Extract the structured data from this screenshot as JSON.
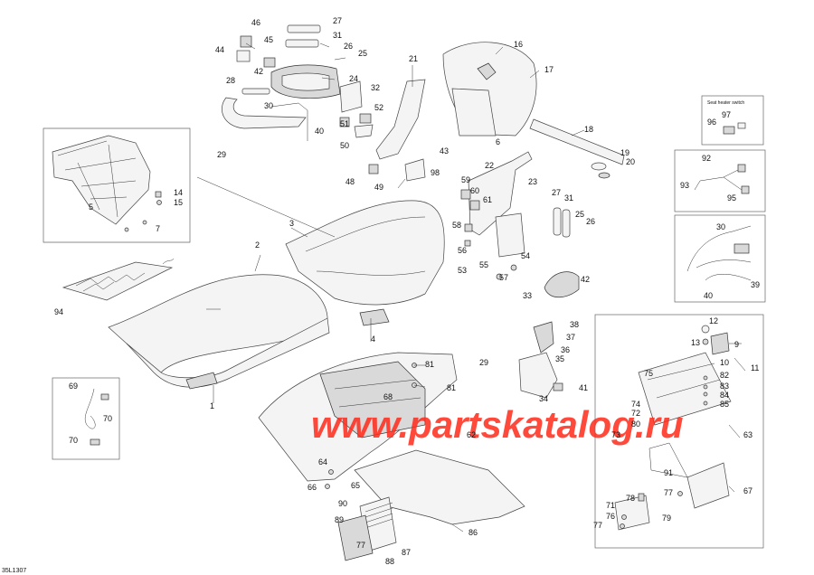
{
  "diagram": {
    "watermark": "www.partskatalog.ru",
    "drawing_code": "35L1307",
    "inset_title": "Seat heater switch",
    "callouts": [
      {
        "id": "46",
        "label": "46"
      },
      {
        "id": "45",
        "label": "45"
      },
      {
        "id": "44",
        "label": "44"
      },
      {
        "id": "42a",
        "label": "42"
      },
      {
        "id": "27a",
        "label": "27"
      },
      {
        "id": "31a",
        "label": "31"
      },
      {
        "id": "26a",
        "label": "26"
      },
      {
        "id": "25a",
        "label": "25"
      },
      {
        "id": "24",
        "label": "24"
      },
      {
        "id": "28",
        "label": "28"
      },
      {
        "id": "30a",
        "label": "30"
      },
      {
        "id": "32",
        "label": "32"
      },
      {
        "id": "52",
        "label": "52"
      },
      {
        "id": "51",
        "label": "51"
      },
      {
        "id": "50",
        "label": "50"
      },
      {
        "id": "40a",
        "label": "40"
      },
      {
        "id": "29a",
        "label": "29"
      },
      {
        "id": "21",
        "label": "21"
      },
      {
        "id": "16",
        "label": "16"
      },
      {
        "id": "17",
        "label": "17"
      },
      {
        "id": "18",
        "label": "18"
      },
      {
        "id": "19",
        "label": "19"
      },
      {
        "id": "20",
        "label": "20"
      },
      {
        "id": "6",
        "label": "6"
      },
      {
        "id": "43",
        "label": "43"
      },
      {
        "id": "98",
        "label": "98"
      },
      {
        "id": "48",
        "label": "48"
      },
      {
        "id": "49",
        "label": "49"
      },
      {
        "id": "22",
        "label": "22"
      },
      {
        "id": "23",
        "label": "23"
      },
      {
        "id": "59",
        "label": "59"
      },
      {
        "id": "60",
        "label": "60"
      },
      {
        "id": "61",
        "label": "61"
      },
      {
        "id": "58",
        "label": "58"
      },
      {
        "id": "56",
        "label": "56"
      },
      {
        "id": "53",
        "label": "53"
      },
      {
        "id": "55",
        "label": "55"
      },
      {
        "id": "54",
        "label": "54"
      },
      {
        "id": "57",
        "label": "57"
      },
      {
        "id": "27b",
        "label": "27"
      },
      {
        "id": "31b",
        "label": "31"
      },
      {
        "id": "25b",
        "label": "25"
      },
      {
        "id": "26b",
        "label": "26"
      },
      {
        "id": "42b",
        "label": "42"
      },
      {
        "id": "33",
        "label": "33"
      },
      {
        "id": "5",
        "label": "5"
      },
      {
        "id": "14",
        "label": "14"
      },
      {
        "id": "15",
        "label": "15"
      },
      {
        "id": "7",
        "label": "7"
      },
      {
        "id": "3",
        "label": "3"
      },
      {
        "id": "2",
        "label": "2"
      },
      {
        "id": "94",
        "label": "94"
      },
      {
        "id": "4",
        "label": "4"
      },
      {
        "id": "1",
        "label": "1"
      },
      {
        "id": "69",
        "label": "69"
      },
      {
        "id": "70a",
        "label": "70"
      },
      {
        "id": "70b",
        "label": "70"
      },
      {
        "id": "38",
        "label": "38"
      },
      {
        "id": "37",
        "label": "37"
      },
      {
        "id": "36",
        "label": "36"
      },
      {
        "id": "35",
        "label": "35"
      },
      {
        "id": "29b",
        "label": "29"
      },
      {
        "id": "34",
        "label": "34"
      },
      {
        "id": "41",
        "label": "41"
      },
      {
        "id": "81a",
        "label": "81"
      },
      {
        "id": "81b",
        "label": "81"
      },
      {
        "id": "68",
        "label": "68"
      },
      {
        "id": "62",
        "label": "62"
      },
      {
        "id": "64",
        "label": "64"
      },
      {
        "id": "65",
        "label": "65"
      },
      {
        "id": "66",
        "label": "66"
      },
      {
        "id": "90",
        "label": "90"
      },
      {
        "id": "89",
        "label": "89"
      },
      {
        "id": "77a",
        "label": "77"
      },
      {
        "id": "87",
        "label": "87"
      },
      {
        "id": "88",
        "label": "88"
      },
      {
        "id": "86",
        "label": "86"
      },
      {
        "id": "92",
        "label": "92"
      },
      {
        "id": "93",
        "label": "93"
      },
      {
        "id": "95",
        "label": "95"
      },
      {
        "id": "96",
        "label": "96"
      },
      {
        "id": "97",
        "label": "97"
      },
      {
        "id": "30b",
        "label": "30"
      },
      {
        "id": "39",
        "label": "39"
      },
      {
        "id": "40b",
        "label": "40"
      },
      {
        "id": "12",
        "label": "12"
      },
      {
        "id": "13",
        "label": "13"
      },
      {
        "id": "9",
        "label": "9"
      },
      {
        "id": "10",
        "label": "10"
      },
      {
        "id": "11",
        "label": "11"
      },
      {
        "id": "75",
        "label": "75"
      },
      {
        "id": "82",
        "label": "82"
      },
      {
        "id": "83",
        "label": "83"
      },
      {
        "id": "84",
        "label": "84"
      },
      {
        "id": "85",
        "label": "85"
      },
      {
        "id": "74",
        "label": "74"
      },
      {
        "id": "72",
        "label": "72"
      },
      {
        "id": "80",
        "label": "80"
      },
      {
        "id": "73",
        "label": "73"
      },
      {
        "id": "63",
        "label": "63"
      },
      {
        "id": "91",
        "label": "91"
      },
      {
        "id": "77b",
        "label": "77"
      },
      {
        "id": "67",
        "label": "67"
      },
      {
        "id": "78",
        "label": "78"
      },
      {
        "id": "71",
        "label": "71"
      },
      {
        "id": "76",
        "label": "76"
      },
      {
        "id": "77c",
        "label": "77"
      },
      {
        "id": "79",
        "label": "79"
      }
    ]
  }
}
